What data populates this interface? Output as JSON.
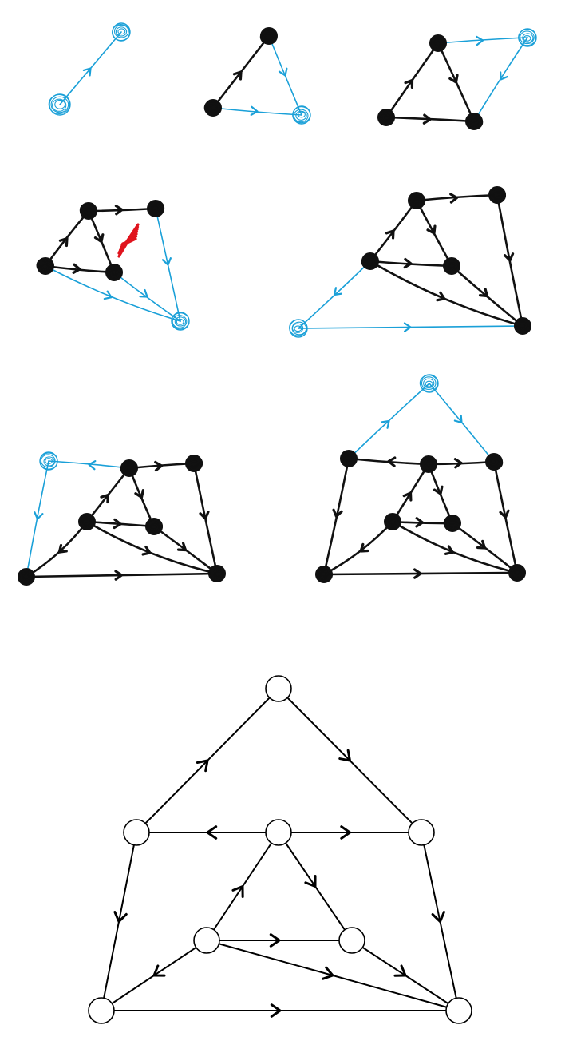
{
  "colors": {
    "background": "#ffffff",
    "existing": "#111111",
    "added": "#1aa0d8",
    "forbidden": "#e0141e",
    "final_node_fill": "#ffffff"
  },
  "panels": [
    {
      "id": "step-1",
      "nodes": [
        {
          "id": "a",
          "ink": "added",
          "filled": true
        },
        {
          "id": "b",
          "ink": "added",
          "filled": true
        }
      ],
      "edges": [
        {
          "from": "a",
          "to": "b",
          "ink": "added",
          "arrow": "to-b"
        }
      ]
    },
    {
      "id": "step-2",
      "nodes": [
        {
          "id": "a",
          "ink": "existing",
          "filled": true
        },
        {
          "id": "b",
          "ink": "existing",
          "filled": true
        },
        {
          "id": "c",
          "ink": "added",
          "filled": true
        }
      ],
      "edges": [
        {
          "from": "a",
          "to": "b",
          "ink": "existing"
        },
        {
          "from": "b",
          "to": "c",
          "ink": "added"
        },
        {
          "from": "a",
          "to": "c",
          "ink": "added"
        }
      ]
    },
    {
      "id": "step-3",
      "nodes": [
        {
          "id": "a",
          "ink": "existing",
          "filled": true
        },
        {
          "id": "b",
          "ink": "existing",
          "filled": true
        },
        {
          "id": "c",
          "ink": "existing",
          "filled": true
        },
        {
          "id": "d",
          "ink": "added",
          "filled": true
        }
      ],
      "edges": [
        {
          "from": "a",
          "to": "b",
          "ink": "existing"
        },
        {
          "from": "b",
          "to": "c",
          "ink": "existing"
        },
        {
          "from": "a",
          "to": "c",
          "ink": "existing"
        },
        {
          "from": "b",
          "to": "d",
          "ink": "added"
        },
        {
          "from": "d",
          "to": "c",
          "ink": "added"
        }
      ]
    },
    {
      "id": "step-4",
      "nodes": [
        {
          "id": "a",
          "ink": "existing",
          "filled": true
        },
        {
          "id": "b",
          "ink": "existing",
          "filled": true
        },
        {
          "id": "c",
          "ink": "existing",
          "filled": true
        },
        {
          "id": "d",
          "ink": "existing",
          "filled": true
        },
        {
          "id": "e",
          "ink": "added",
          "filled": true
        }
      ],
      "edges": [
        {
          "from": "a",
          "to": "b",
          "ink": "existing"
        },
        {
          "from": "b",
          "to": "c",
          "ink": "existing"
        },
        {
          "from": "a",
          "to": "c",
          "ink": "existing"
        },
        {
          "from": "b",
          "to": "d",
          "ink": "existing"
        },
        {
          "from": "d",
          "to": "e",
          "ink": "added"
        },
        {
          "from": "c",
          "to": "e",
          "ink": "added"
        },
        {
          "from": "a",
          "to": "e",
          "ink": "added"
        }
      ],
      "scribble": {
        "ink": "forbidden"
      }
    },
    {
      "id": "step-5",
      "nodes": [
        {
          "id": "a",
          "ink": "existing",
          "filled": true
        },
        {
          "id": "b",
          "ink": "existing",
          "filled": true
        },
        {
          "id": "c",
          "ink": "existing",
          "filled": true
        },
        {
          "id": "d",
          "ink": "existing",
          "filled": true
        },
        {
          "id": "e",
          "ink": "existing",
          "filled": true
        },
        {
          "id": "f",
          "ink": "added",
          "filled": true
        }
      ],
      "edges": [
        {
          "from": "a",
          "to": "b",
          "ink": "existing"
        },
        {
          "from": "b",
          "to": "c",
          "ink": "existing"
        },
        {
          "from": "a",
          "to": "c",
          "ink": "existing"
        },
        {
          "from": "b",
          "to": "d",
          "ink": "existing"
        },
        {
          "from": "d",
          "to": "e",
          "ink": "existing"
        },
        {
          "from": "c",
          "to": "e",
          "ink": "existing"
        },
        {
          "from": "a",
          "to": "e",
          "ink": "existing"
        },
        {
          "from": "a",
          "to": "f",
          "ink": "added"
        },
        {
          "from": "f",
          "to": "e",
          "ink": "added"
        }
      ]
    },
    {
      "id": "step-6",
      "nodes": [
        {
          "id": "a",
          "ink": "existing",
          "filled": true
        },
        {
          "id": "b",
          "ink": "existing",
          "filled": true
        },
        {
          "id": "c",
          "ink": "existing",
          "filled": true
        },
        {
          "id": "d",
          "ink": "existing",
          "filled": true
        },
        {
          "id": "e",
          "ink": "existing",
          "filled": true
        },
        {
          "id": "f",
          "ink": "existing",
          "filled": true
        },
        {
          "id": "g",
          "ink": "added",
          "filled": true
        }
      ],
      "edges": [
        {
          "from": "a",
          "to": "b",
          "ink": "existing"
        },
        {
          "from": "b",
          "to": "c",
          "ink": "existing"
        },
        {
          "from": "a",
          "to": "c",
          "ink": "existing"
        },
        {
          "from": "b",
          "to": "d",
          "ink": "existing"
        },
        {
          "from": "d",
          "to": "e",
          "ink": "existing"
        },
        {
          "from": "c",
          "to": "e",
          "ink": "existing"
        },
        {
          "from": "a",
          "to": "e",
          "ink": "existing"
        },
        {
          "from": "a",
          "to": "f",
          "ink": "existing"
        },
        {
          "from": "f",
          "to": "e",
          "ink": "existing"
        },
        {
          "from": "b",
          "to": "g",
          "ink": "added"
        },
        {
          "from": "g",
          "to": "f",
          "ink": "added"
        }
      ]
    },
    {
      "id": "step-7",
      "nodes": [
        {
          "id": "a",
          "ink": "existing",
          "filled": true
        },
        {
          "id": "b",
          "ink": "existing",
          "filled": true
        },
        {
          "id": "c",
          "ink": "existing",
          "filled": true
        },
        {
          "id": "d",
          "ink": "existing",
          "filled": true
        },
        {
          "id": "e",
          "ink": "existing",
          "filled": true
        },
        {
          "id": "f",
          "ink": "existing",
          "filled": true
        },
        {
          "id": "g",
          "ink": "existing",
          "filled": true
        },
        {
          "id": "h",
          "ink": "added",
          "filled": true
        }
      ],
      "edges": [
        {
          "from": "a",
          "to": "b",
          "ink": "existing"
        },
        {
          "from": "b",
          "to": "c",
          "ink": "existing"
        },
        {
          "from": "a",
          "to": "c",
          "ink": "existing"
        },
        {
          "from": "b",
          "to": "d",
          "ink": "existing"
        },
        {
          "from": "d",
          "to": "e",
          "ink": "existing"
        },
        {
          "from": "c",
          "to": "e",
          "ink": "existing"
        },
        {
          "from": "a",
          "to": "e",
          "ink": "existing"
        },
        {
          "from": "a",
          "to": "f",
          "ink": "existing"
        },
        {
          "from": "f",
          "to": "e",
          "ink": "existing"
        },
        {
          "from": "b",
          "to": "g",
          "ink": "existing"
        },
        {
          "from": "g",
          "to": "f",
          "ink": "existing"
        },
        {
          "from": "g",
          "to": "h",
          "ink": "added"
        },
        {
          "from": "h",
          "to": "d",
          "ink": "added"
        }
      ]
    },
    {
      "id": "final",
      "nodes": [
        {
          "id": "a",
          "ink": "existing",
          "filled": false
        },
        {
          "id": "b",
          "ink": "existing",
          "filled": false
        },
        {
          "id": "c",
          "ink": "existing",
          "filled": false
        },
        {
          "id": "d",
          "ink": "existing",
          "filled": false
        },
        {
          "id": "e",
          "ink": "existing",
          "filled": false
        },
        {
          "id": "f",
          "ink": "existing",
          "filled": false
        },
        {
          "id": "g",
          "ink": "existing",
          "filled": false
        },
        {
          "id": "h",
          "ink": "existing",
          "filled": false
        }
      ],
      "edges": [
        {
          "from": "a",
          "to": "b",
          "ink": "existing"
        },
        {
          "from": "b",
          "to": "c",
          "ink": "existing"
        },
        {
          "from": "a",
          "to": "c",
          "ink": "existing"
        },
        {
          "from": "b",
          "to": "d",
          "ink": "existing"
        },
        {
          "from": "d",
          "to": "e",
          "ink": "existing"
        },
        {
          "from": "c",
          "to": "e",
          "ink": "existing"
        },
        {
          "from": "a",
          "to": "e",
          "ink": "existing"
        },
        {
          "from": "a",
          "to": "f",
          "ink": "existing"
        },
        {
          "from": "f",
          "to": "e",
          "ink": "existing"
        },
        {
          "from": "b",
          "to": "g",
          "ink": "existing"
        },
        {
          "from": "g",
          "to": "f",
          "ink": "existing"
        },
        {
          "from": "g",
          "to": "h",
          "ink": "existing"
        },
        {
          "from": "h",
          "to": "d",
          "ink": "existing"
        }
      ]
    }
  ]
}
